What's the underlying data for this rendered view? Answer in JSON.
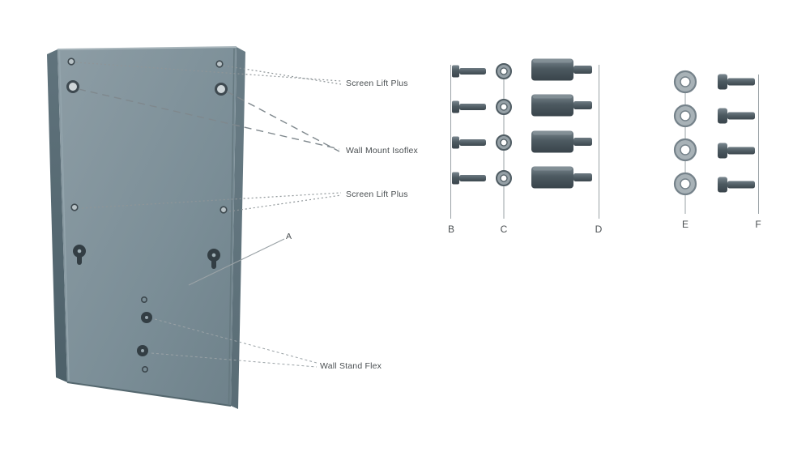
{
  "diagram": {
    "type": "parts-assembly-diagram",
    "plate_label": "A",
    "callouts": {
      "screen_lift_top": "Screen Lift Plus",
      "wall_mount_isoflex": "Wall Mount Isoflex",
      "screen_lift_mid": "Screen Lift Plus",
      "wall_stand_flex": "Wall Stand Flex"
    },
    "parts": [
      {
        "letter": "B",
        "type": "machine-screw",
        "count": 4
      },
      {
        "letter": "C",
        "type": "small-washer",
        "count": 4
      },
      {
        "letter": "D",
        "type": "standoff-spacer",
        "count": 4
      },
      {
        "letter": "E",
        "type": "large-washer",
        "count": 4
      },
      {
        "letter": "F",
        "type": "bolt",
        "count": 4
      }
    ],
    "colors": {
      "plate": "#7e929b",
      "plate_edge": "#56696f",
      "hardware_dark": "#4d5a61",
      "washer_small": "#95a0a6",
      "washer_large": "#a8b2b7",
      "hole_dark": "#333e44",
      "leader_line": "#8e9598",
      "text": "#4a4f52",
      "background": "#ffffff"
    }
  }
}
